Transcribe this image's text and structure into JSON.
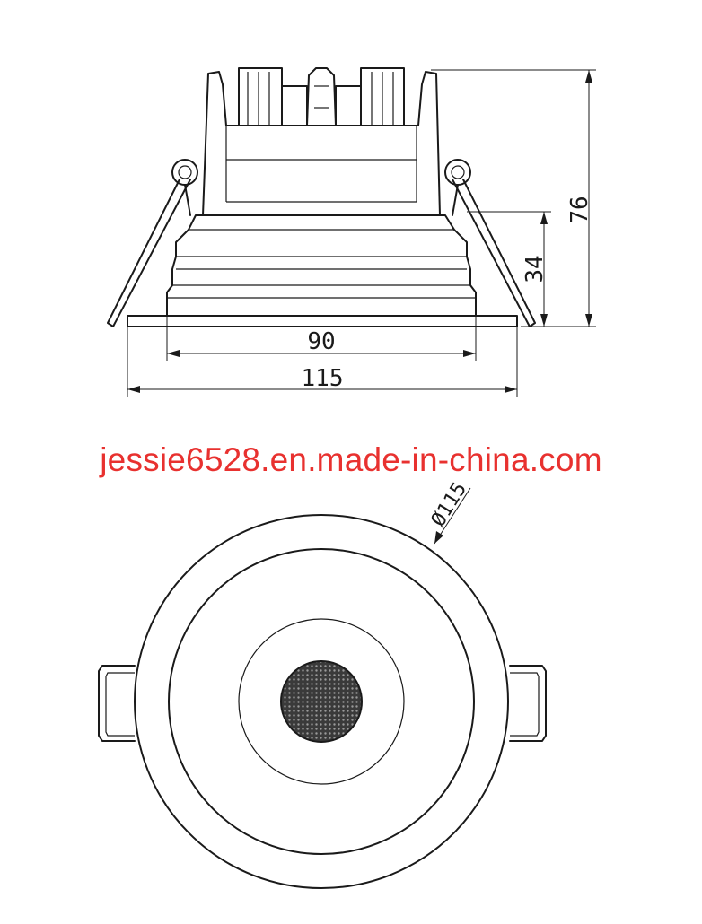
{
  "side_view": {
    "dim_height_total": "76",
    "dim_height_lower": "34",
    "dim_width_inner": "90",
    "dim_width_outer": "115"
  },
  "watermark": {
    "text": "jessie6528.en.made-in-china.com",
    "color": "#e8312f"
  },
  "top_view": {
    "dim_diameter": "Ø115"
  }
}
